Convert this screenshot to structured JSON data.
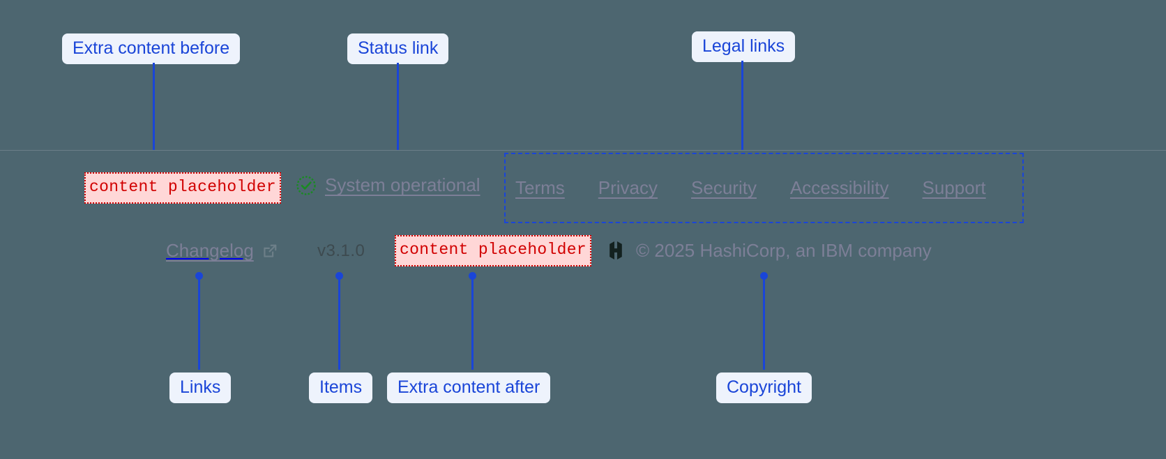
{
  "annotations": {
    "extra_before": "Extra content before",
    "status_link": "Status link",
    "legal_links": "Legal links",
    "links": "Links",
    "items": "Items",
    "extra_after": "Extra content after",
    "copyright": "Copyright"
  },
  "footer": {
    "extra_content_before": "content placeholder",
    "extra_content_after": "content placeholder",
    "status": {
      "label": "System operational",
      "icon": "check-circle-icon",
      "icon_color": "#1a8a23"
    },
    "legal_links": [
      {
        "label": "Terms"
      },
      {
        "label": "Privacy"
      },
      {
        "label": "Security"
      },
      {
        "label": "Accessibility"
      },
      {
        "label": "Support"
      }
    ],
    "changelog": {
      "label": "Changelog",
      "icon": "external-link-icon"
    },
    "version": "v3.1.0",
    "copyright": {
      "logo": "hashicorp-logo",
      "text": "© 2025 HashiCorp, an IBM company"
    }
  },
  "colors": {
    "background": "#4d6670",
    "annotation_blue": "#1a45d8",
    "annotation_bg": "#eef3fc",
    "placeholder_red": "#d10000",
    "placeholder_bg": "#ffd7d7",
    "link_muted": "#7d7f97",
    "status_green": "#1a8a23",
    "divider": "#6b7f89"
  }
}
